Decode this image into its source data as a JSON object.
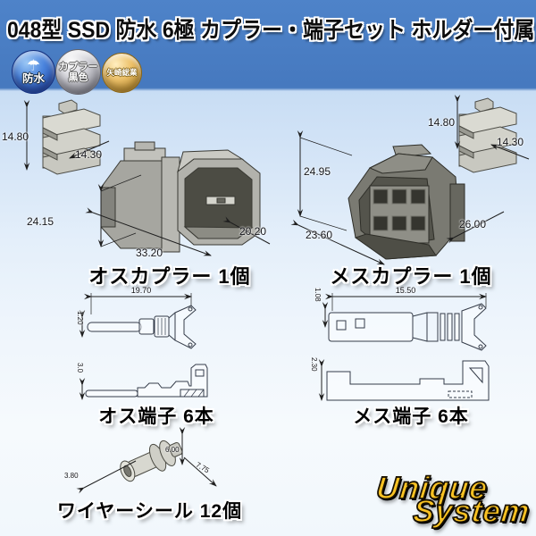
{
  "title": "048型 SSD 防水 6極 カプラー・端子セット ホルダー付属",
  "badges": {
    "waterproof": {
      "icon": "☂",
      "label": "防水"
    },
    "coupler": {
      "line1": "カプラー",
      "line2": "黒色"
    },
    "maker": {
      "label": "矢崎総業"
    }
  },
  "sections": {
    "male_coupler": {
      "caption": "オスカプラー 1個",
      "holder": {
        "height": "14.80",
        "width": "14.30"
      },
      "dims": {
        "height": "24.15",
        "width": "33.20",
        "depth": "20.20"
      }
    },
    "female_coupler": {
      "caption": "メスカプラー 1個",
      "holder": {
        "height": "14.80",
        "width": "14.30"
      },
      "dims": {
        "height": "24.95",
        "width": "23.60",
        "depth": "26.00"
      }
    },
    "male_terminal": {
      "caption": "オス端子 6本",
      "length": "19.70",
      "width": "1.20",
      "side_height": "3.0"
    },
    "female_terminal": {
      "caption": "メス端子 6本",
      "length": "15.50",
      "width": "1.08",
      "side_height": "2.30"
    },
    "wire_seal": {
      "caption": "ワイヤーシール 12個",
      "dims": {
        "height": "6.00",
        "length": "7.75",
        "diameter": "3.80"
      }
    }
  },
  "logo": {
    "line1": "Unique",
    "line2": "System"
  },
  "colors": {
    "header_blue": "#4679bf",
    "body_gray": "#a8a8a2",
    "logo_yellow": "#f9c223",
    "dimension_line": "#1f1f1f"
  }
}
